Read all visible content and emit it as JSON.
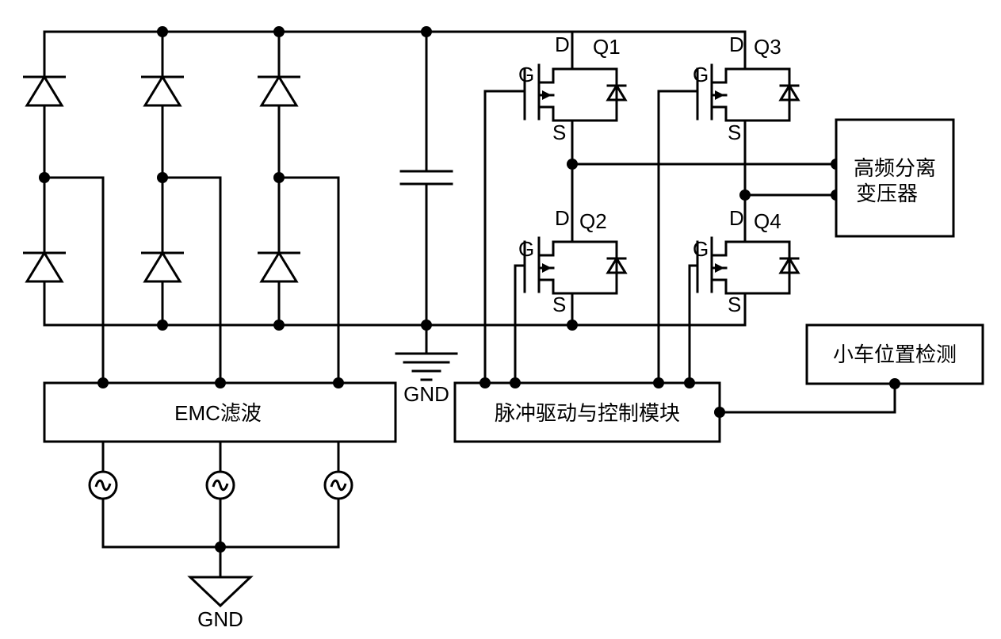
{
  "blocks": {
    "emc": "EMC滤波",
    "driver": "脉冲驱动与控制模块",
    "transformer_line1": "高频分离",
    "transformer_line2": "变压器",
    "detector": "小车位置检测"
  },
  "ground_labels": {
    "capacitor_gnd": "GND",
    "source_gnd": "GND"
  },
  "transistors": [
    {
      "name": "Q1",
      "gate": "G",
      "drain": "D",
      "source": "S"
    },
    {
      "name": "Q2",
      "gate": "G",
      "drain": "D",
      "source": "S"
    },
    {
      "name": "Q3",
      "gate": "G",
      "drain": "D",
      "source": "S"
    },
    {
      "name": "Q4",
      "gate": "G",
      "drain": "D",
      "source": "S"
    }
  ],
  "components": {
    "rectifier_diodes": 6,
    "ac_sources": 3,
    "capacitors": 1
  }
}
